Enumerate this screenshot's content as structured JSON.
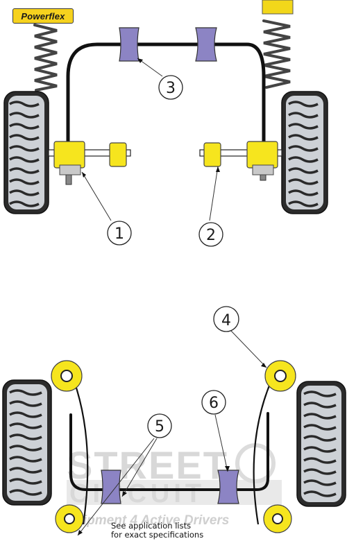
{
  "brand": {
    "logo_text": "Powerflex"
  },
  "callouts": [
    {
      "id": "1",
      "label": "1"
    },
    {
      "id": "2",
      "label": "2"
    },
    {
      "id": "3",
      "label": "3"
    },
    {
      "id": "4",
      "label": "4"
    },
    {
      "id": "5",
      "label": "5"
    },
    {
      "id": "6",
      "label": "6"
    }
  ],
  "watermark": {
    "line1": "STREET",
    "line2": "CIRCUIT",
    "tagline": "Equipment 4 Active Drivers"
  },
  "note": {
    "line1": "See application lists",
    "line2": "for exact specifications"
  },
  "colors": {
    "bush_yellow": "#f6e51e",
    "bush_purple": "#8c84c4",
    "tyre_dark": "#2a2a2a",
    "tyre_light": "#cfd3d8"
  }
}
